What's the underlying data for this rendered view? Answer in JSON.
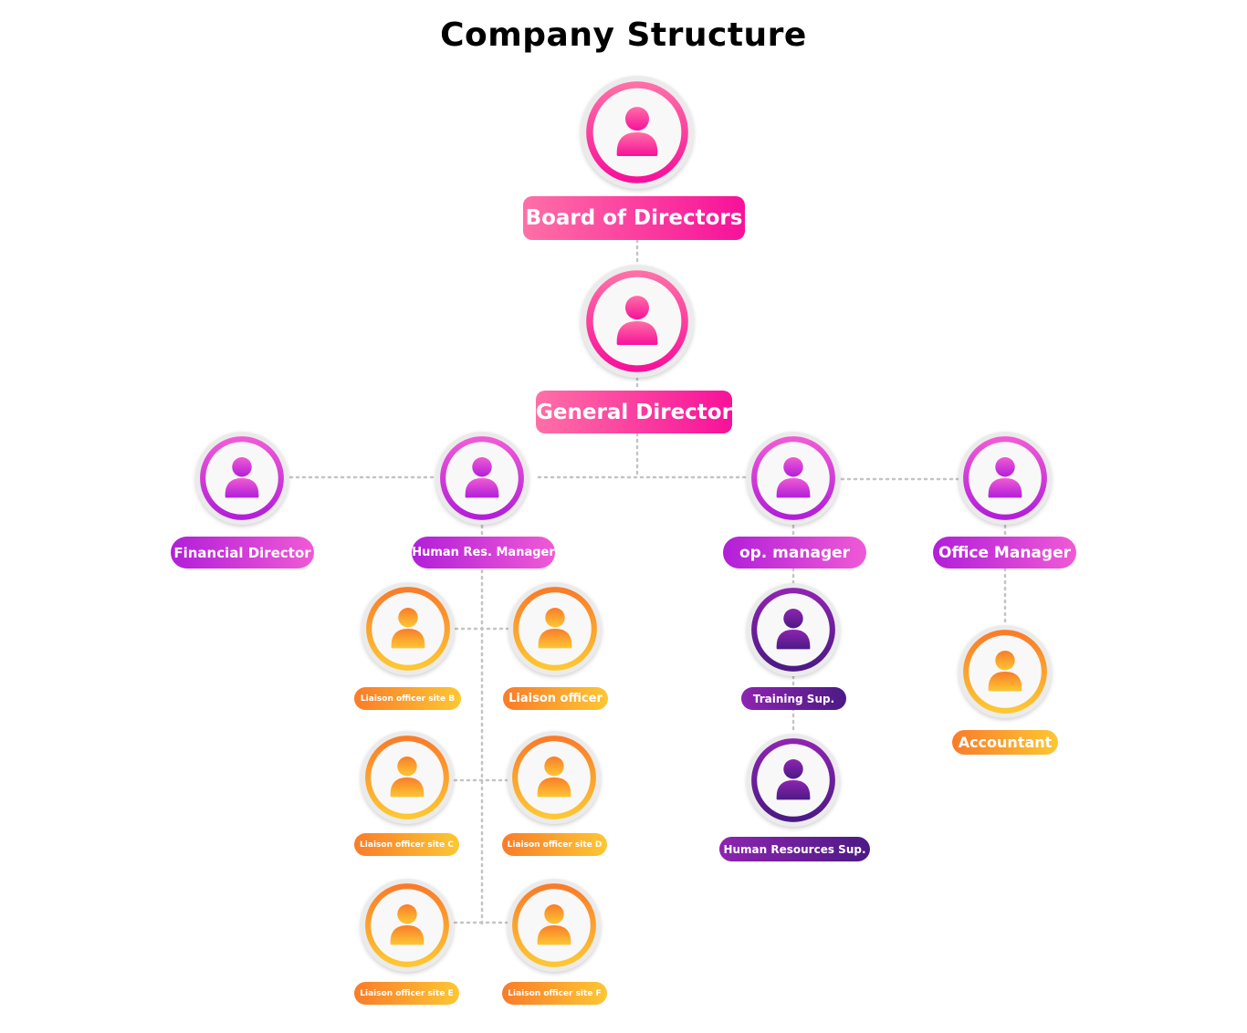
{
  "title": "Company Structure",
  "themes": {
    "pink": {
      "from": "#ff6fa6",
      "to": "#f7119a"
    },
    "magenta": {
      "from": "#f05ad6",
      "to": "#b11fd8"
    },
    "orange": {
      "from": "#f97c2a",
      "to": "#fdc733"
    },
    "purple": {
      "from": "#8e24b0",
      "to": "#4c1a85"
    }
  },
  "nodes": {
    "board": {
      "label": "Board of Directors",
      "icon": "person-icon"
    },
    "general": {
      "label": "General Director",
      "icon": "person-icon"
    },
    "financial": {
      "label": "Financial Director",
      "icon": "person-icon"
    },
    "hr_manager": {
      "label": "Human Res. Manager",
      "icon": "person-icon"
    },
    "op_manager": {
      "label": "op. manager",
      "icon": "person-icon"
    },
    "office_manager": {
      "label": "Office Manager",
      "icon": "person-icon"
    },
    "liaison_b": {
      "label": "Liaison officer site B",
      "icon": "person-icon"
    },
    "liaison": {
      "label": "Liaison officer",
      "icon": "person-icon"
    },
    "liaison_c": {
      "label": "Liaison officer site C",
      "icon": "person-icon"
    },
    "liaison_d": {
      "label": "Liaison officer site D",
      "icon": "person-icon"
    },
    "liaison_e": {
      "label": "Liaison officer site E",
      "icon": "person-icon"
    },
    "liaison_f": {
      "label": "Liaison officer site F",
      "icon": "person-icon"
    },
    "training_sup": {
      "label": "Training Sup.",
      "icon": "person-icon"
    },
    "hr_sup": {
      "label": "Human Resources Sup.",
      "icon": "person-icon"
    },
    "accountant": {
      "label": "Accountant",
      "icon": "person-icon"
    }
  },
  "connector_color": "#c4c4c4"
}
